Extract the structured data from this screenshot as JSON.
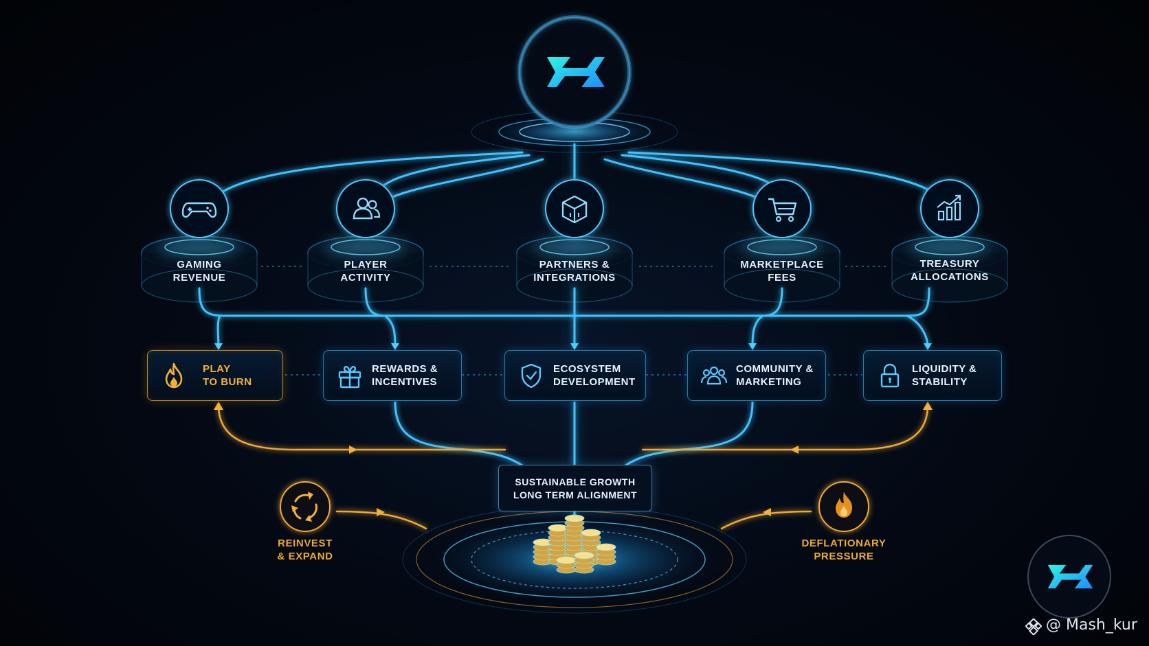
{
  "sources": [
    {
      "id": "gaming",
      "line1": "GAMING",
      "line2": "REVENUE",
      "icon": "gamepad-icon"
    },
    {
      "id": "player",
      "line1": "PLAYER",
      "line2": "ACTIVITY",
      "icon": "users-icon"
    },
    {
      "id": "partners",
      "line1": "PARTNERS &",
      "line2": "INTEGRATIONS",
      "icon": "cube-icon"
    },
    {
      "id": "marketplace",
      "line1": "MARKETPLACE",
      "line2": "FEES",
      "icon": "cart-icon"
    },
    {
      "id": "treasury",
      "line1": "TREASURY",
      "line2": "ALLOCATIONS",
      "icon": "chart-growth-icon"
    }
  ],
  "allocations": [
    {
      "id": "burn",
      "line1": "PLAY",
      "line2": "TO BURN",
      "icon": "flame-icon",
      "accent": "#f4b13a"
    },
    {
      "id": "rewards",
      "line1": "REWARDS &",
      "line2": "INCENTIVES",
      "icon": "gift-icon",
      "accent": "#5cc8ff"
    },
    {
      "id": "ecosystem",
      "line1": "ECOSYSTEM",
      "line2": "DEVELOPMENT",
      "icon": "shield-check-icon",
      "accent": "#5cc8ff"
    },
    {
      "id": "community",
      "line1": "COMMUNITY &",
      "line2": "MARKETING",
      "icon": "group-icon",
      "accent": "#5cc8ff"
    },
    {
      "id": "liquidity",
      "line1": "LIQUIDITY &",
      "line2": "STABILITY",
      "icon": "lock-icon",
      "accent": "#5cc8ff"
    }
  ],
  "center": {
    "line1": "SUSTAINABLE GROWTH",
    "line2": "LONG TERM ALIGNMENT"
  },
  "reinvest": {
    "line1": "REINVEST",
    "line2": "& EXPAND",
    "icon": "recycle-icon"
  },
  "deflation": {
    "line1": "DEFLATIONARY",
    "line2": "PRESSURE",
    "icon": "flame-icon"
  },
  "watermark": {
    "text": "@ Mash_kur"
  },
  "colors": {
    "cyan": "#3fc3ff",
    "gold": "#f0a935",
    "background": "#030812"
  }
}
